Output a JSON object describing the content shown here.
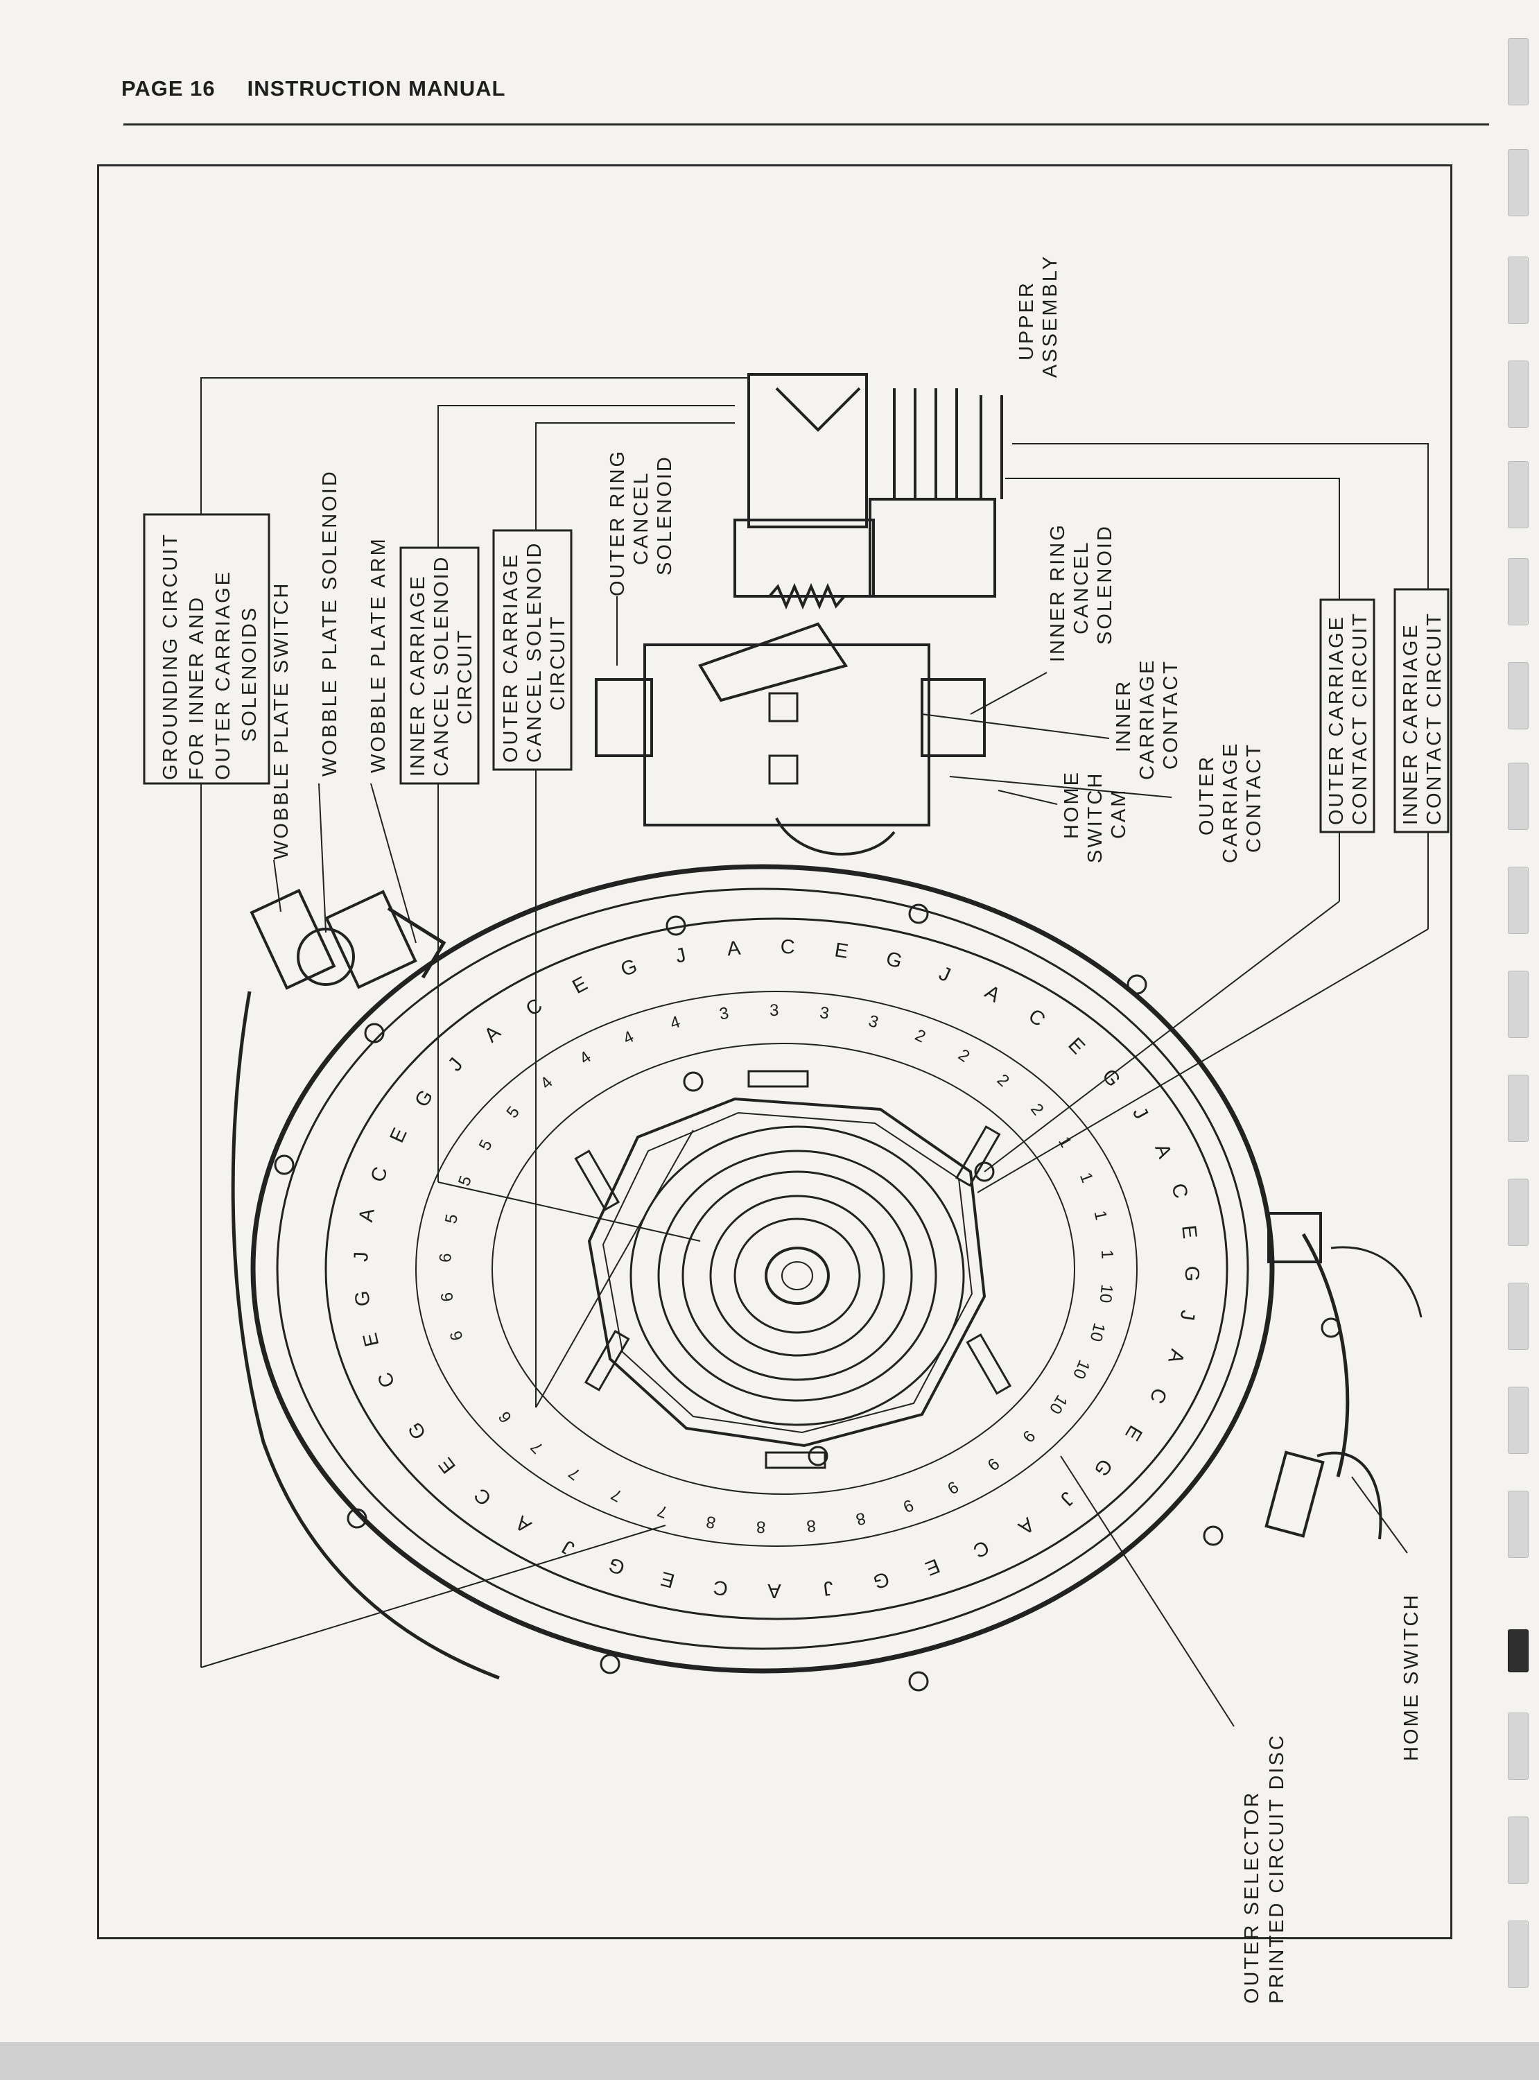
{
  "header": {
    "page": "PAGE 16",
    "title": "INSTRUCTION MANUAL"
  },
  "labels": {
    "grounding": [
      "GROUNDING CIRCUIT",
      "FOR INNER AND",
      "OUTER CARRIAGE",
      "SOLENOIDS"
    ],
    "wobble_switch": "WOBBLE PLATE SWITCH",
    "wobble_solenoid": "WOBBLE PLATE SOLENOID",
    "wobble_arm": "WOBBLE PLATE ARM",
    "inner_cancel_circuit": [
      "INNER CARRIAGE",
      "CANCEL SOLENOID",
      "CIRCUIT"
    ],
    "outer_cancel_circuit": [
      "OUTER CARRIAGE",
      "CANCEL SOLENOID",
      "CIRCUIT"
    ],
    "outer_ring_cancel": [
      "OUTER RING",
      "CANCEL",
      "SOLENOID"
    ],
    "upper_assembly": [
      "UPPER",
      "ASSEMBLY"
    ],
    "inner_ring_cancel": [
      "INNER RING",
      "CANCEL",
      "SOLENOID"
    ],
    "inner_carriage_contact": [
      "INNER",
      "CARRIAGE",
      "CONTACT"
    ],
    "outer_carriage_contact": [
      "OUTER",
      "CARRIAGE",
      "CONTACT"
    ],
    "home_switch_cam": [
      "HOME",
      "SWITCH",
      "CAM"
    ],
    "outer_contact_circuit": [
      "OUTER CARRIAGE",
      "CONTACT CIRCUIT"
    ],
    "inner_contact_circuit": [
      "INNER CARRIAGE",
      "CONTACT CIRCUIT"
    ],
    "outer_selector_disc": [
      "OUTER SELECTOR",
      "PRINTED CIRCUIT DISC"
    ],
    "home_switch": "HOME SWITCH"
  },
  "disc_marks": {
    "outer_ring": [
      "C",
      "E",
      "G",
      "J",
      "A",
      "C",
      "E",
      "G",
      "J",
      "A",
      "C",
      "E",
      "G",
      "J",
      "A",
      "C",
      "E",
      "G",
      "J",
      "A",
      "C",
      "E",
      "G",
      "J",
      "A",
      "C",
      "E",
      "G",
      "J",
      "A",
      "C",
      "E",
      "G",
      "J",
      "A",
      "C",
      "E",
      "G",
      "J",
      "A",
      "C",
      "E",
      "G",
      "J",
      "A",
      "C",
      "E",
      "G"
    ],
    "inner_ring": [
      "6",
      "6",
      "6",
      "5",
      "5",
      "5",
      "5",
      "4",
      "4",
      "4",
      "4",
      "3",
      "3",
      "3",
      "3",
      "2",
      "2",
      "2",
      "2",
      "1",
      "1",
      "1",
      "1",
      "10",
      "10",
      "10",
      "10",
      "9",
      "9",
      "9",
      "9",
      "8",
      "8",
      "8",
      "8",
      "7",
      "7",
      "7",
      "7",
      "6"
    ]
  }
}
